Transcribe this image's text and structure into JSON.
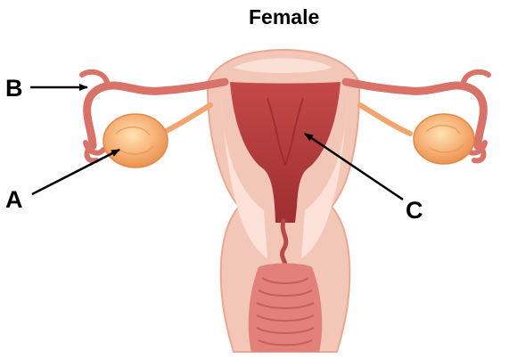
{
  "title": "Female",
  "labels": {
    "a": "A",
    "b": "B",
    "c": "C"
  },
  "colors": {
    "background": "#ffffff",
    "tissue": "#f3c7b8",
    "tissue_dark": "#e9a894",
    "cavity": "#b53d3d",
    "cavity_dark": "#98292d",
    "tube": "#d9736a",
    "ovary": "#f7b277",
    "vagina_lining": "#e2817a",
    "arrow": "#000000"
  }
}
